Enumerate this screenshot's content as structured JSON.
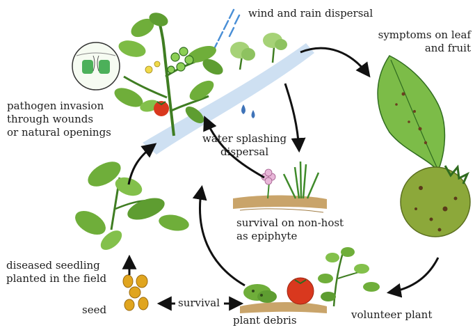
{
  "labels": {
    "wind_rain": "wind and rain dispersal",
    "symptoms": [
      "symptoms on leaf",
      "and fruit"
    ],
    "pathogen": [
      "pathogen invasion",
      "through wounds",
      "or natural openings"
    ],
    "water_splash": [
      "water splashing",
      "dispersal"
    ],
    "non_host": [
      "survival on non-host",
      "as epiphyte"
    ],
    "diseased_seedling": [
      "diseased seedling",
      "planted in the field"
    ],
    "seed": "seed",
    "survival": "survival",
    "plant_debris": "plant debris",
    "volunteer": "volunteer plant"
  },
  "colors": {
    "leaf": "#6fae3a",
    "leaf_dark": "#2f6b1f",
    "fruit_red": "#d9381e",
    "fruit_green": "#8ca83a",
    "seed": "#e0a51f",
    "soil": "#c9a46a",
    "rain": "#4a8fd6",
    "arrow": "#111111",
    "stripe": "#bfd6ee"
  }
}
